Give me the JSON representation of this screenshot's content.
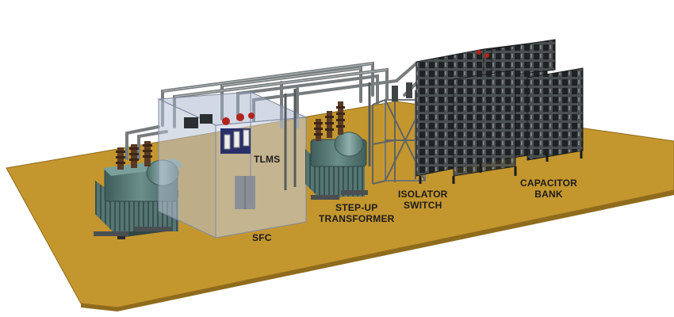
{
  "labels": {
    "tlms": "TLMS",
    "sfc": "SFC",
    "step_up_line1": "STEP-UP",
    "step_up_line2": "TRANSFORMER",
    "isolator_line1": "ISOLATOR",
    "isolator_line2": "SWITCH",
    "capacitor_line1": "CAPACITOR",
    "capacitor_line2": "BANK"
  },
  "colors": {
    "ground": "#c4962e",
    "ground_edge": "#8f6b1d",
    "transformer": "#5b7d7a",
    "transformer_dark": "#3a5654",
    "steel": "#6f7476",
    "insulator": "#5a3a24",
    "enclosure": "#b8c2d6",
    "capacitor": "#2b2f31",
    "tlms_block": "#2a2f6a",
    "red_terminal": "#b3241c"
  }
}
